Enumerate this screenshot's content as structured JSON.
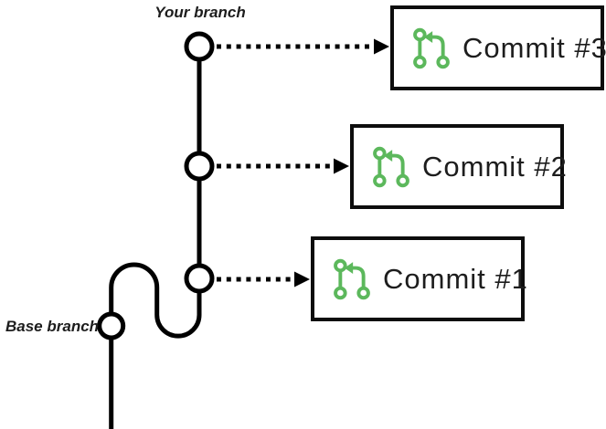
{
  "labels": {
    "your_branch": "Your branch",
    "base_branch": "Base branch"
  },
  "commits": [
    {
      "label": "Commit #3",
      "icon": "git-pull-request-icon"
    },
    {
      "label": "Commit #2",
      "icon": "git-pull-request-icon"
    },
    {
      "label": "Commit #1",
      "icon": "git-pull-request-icon"
    }
  ],
  "colors": {
    "line": "#000000",
    "box_border": "#0d0d0d",
    "icon_green": "#5cb85c",
    "text": "#1d1d1d",
    "background": "#ffffff"
  }
}
